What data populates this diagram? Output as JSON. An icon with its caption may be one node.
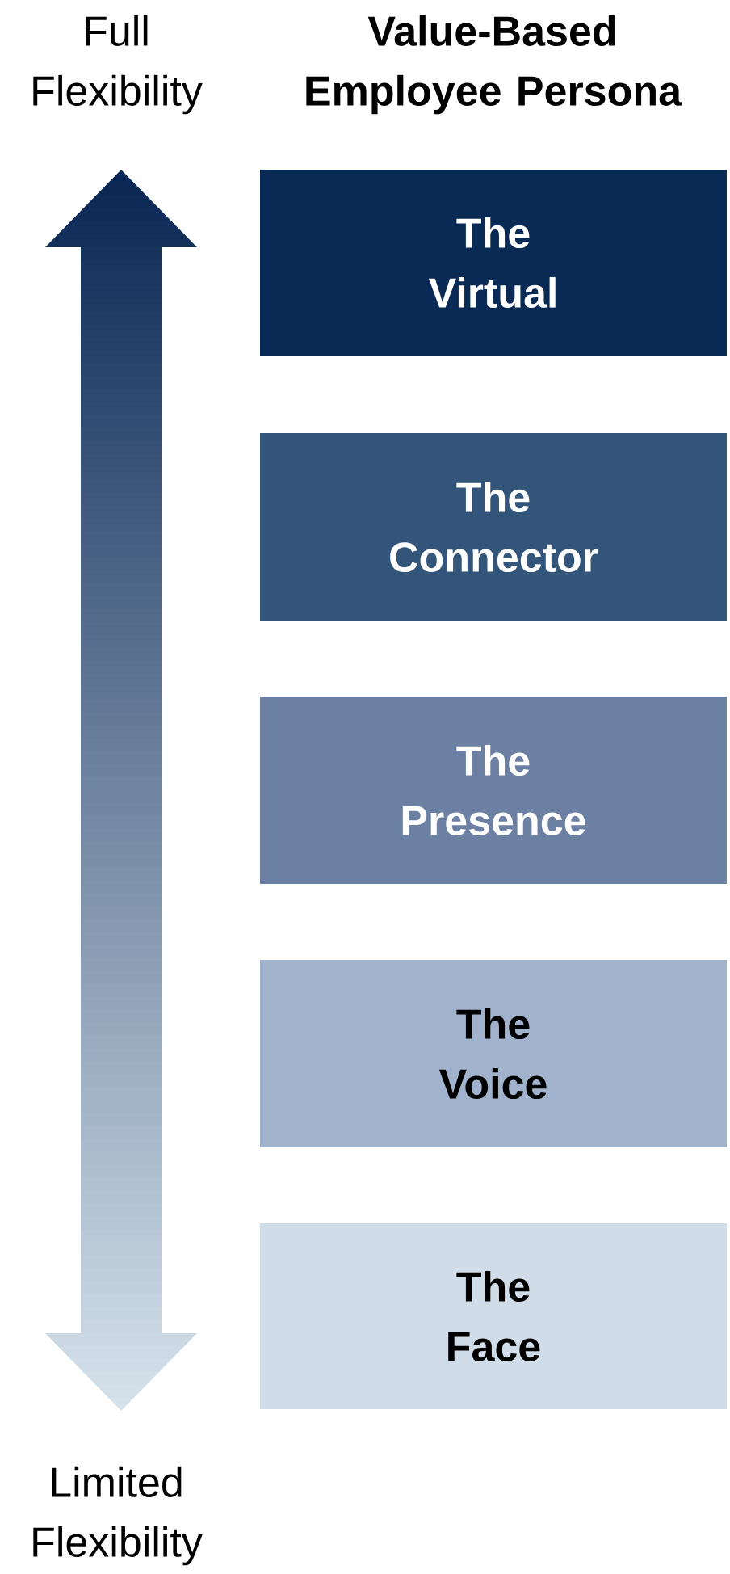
{
  "diagram": {
    "title": "Value-Based Employee Persona",
    "nodes": [
      {
        "text": [
          "The Virtual"
        ]
      },
      {
        "text": [
          "The Connector"
        ]
      },
      {
        "text": [
          "The Presence"
        ]
      },
      {
        "text": [
          "The Voice"
        ]
      },
      {
        "text": [
          "The Face"
        ]
      }
    ],
    "edges": [],
    "labels": [
      "Full Flexibility",
      "Limited Flexibility"
    ]
  }
}
